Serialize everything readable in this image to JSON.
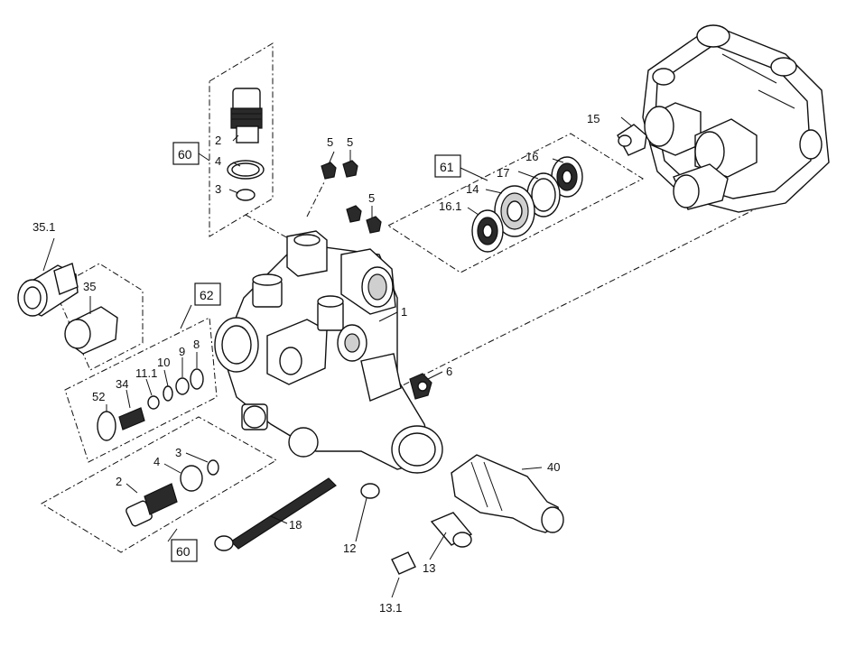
{
  "labels": {
    "l1": "1",
    "l2a": "2",
    "l2b": "2",
    "l3a": "3",
    "l3b": "3",
    "l4a": "4",
    "l4b": "4",
    "l5a": "5",
    "l5b": "5",
    "l5c": "5",
    "l6": "6",
    "l8": "8",
    "l9": "9",
    "l10": "10",
    "l11_1": "11.1",
    "l12": "12",
    "l13": "13",
    "l13_1": "13.1",
    "l14": "14",
    "l15": "15",
    "l16": "16",
    "l16_1": "16.1",
    "l17": "17",
    "l18": "18",
    "l34": "34",
    "l35": "35",
    "l35_1": "35.1",
    "l40": "40",
    "l52": "52"
  },
  "boxed_labels": {
    "kit60_top": "60",
    "kit60_bottom": "60",
    "kit61": "61",
    "kit62": "62"
  }
}
